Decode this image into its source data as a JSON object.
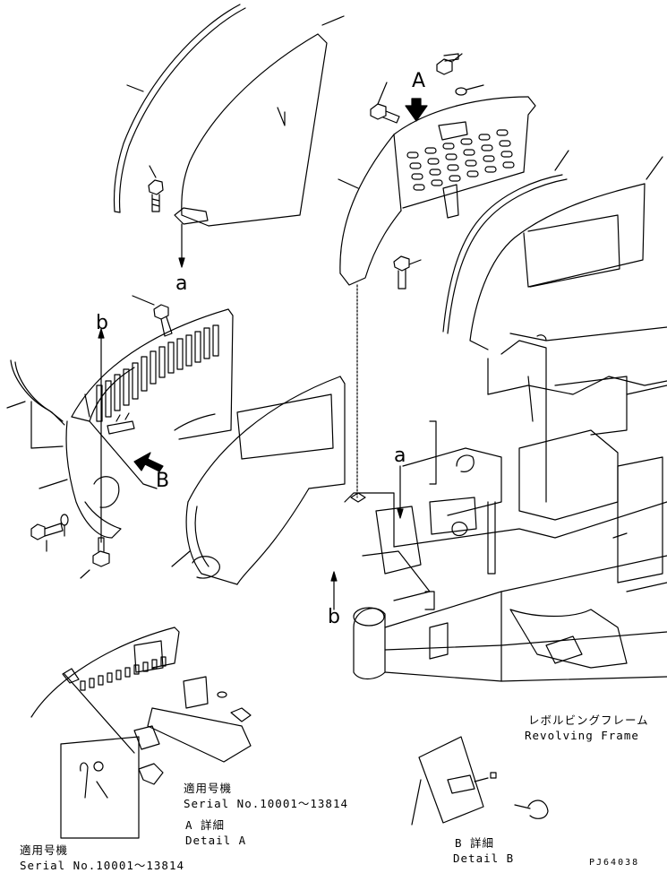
{
  "callouts": {
    "A": "A",
    "B": "B",
    "a_top": "a",
    "a_mid": "a",
    "b_left": "b",
    "b_mid": "b"
  },
  "revolving_frame": {
    "jp": "レボルビングフレーム",
    "en": "Revolving Frame"
  },
  "detail_a": {
    "applicable_jp": "適用号機",
    "serial": "Serial No.10001～13814",
    "title_jp": "A 詳細",
    "title_en": "Detail A"
  },
  "detail_bottom_left": {
    "applicable_jp": "適用号機",
    "serial": "Serial No.10001～13814"
  },
  "detail_b": {
    "title_jp": "B 詳細",
    "title_en": "Detail B"
  },
  "drawing_code": "PJ64038"
}
